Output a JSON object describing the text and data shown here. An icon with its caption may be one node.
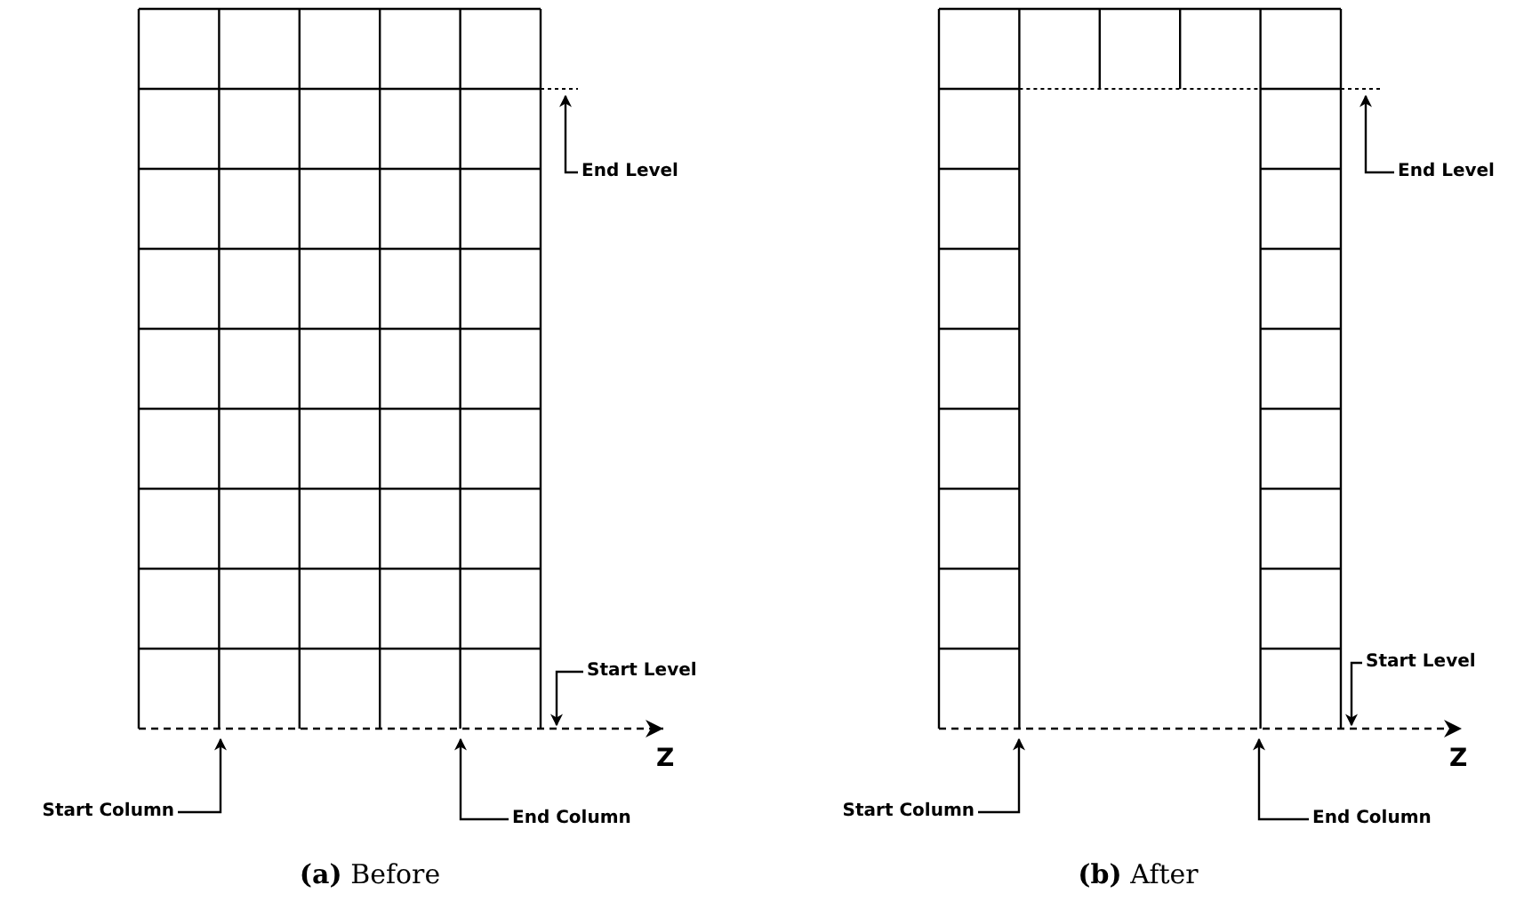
{
  "diagram": {
    "nodes": [
      {
        "text": [
          "End Level"
        ]
      },
      {
        "text": [
          "Start Level"
        ]
      },
      {
        "text": [
          "Start Column"
        ]
      },
      {
        "text": [
          "End Column"
        ]
      },
      {
        "text": [
          "End Level"
        ]
      },
      {
        "text": [
          "Start Level"
        ]
      },
      {
        "text": [
          "Start Column"
        ]
      },
      {
        "text": [
          "End Column"
        ]
      }
    ],
    "edges": [
      {
        "from": 0,
        "to": null,
        "arrow": "to"
      },
      {
        "from": 1,
        "to": null,
        "arrow": "to"
      },
      {
        "from": 2,
        "to": null,
        "arrow": "to"
      },
      {
        "from": 3,
        "to": null,
        "arrow": "to"
      },
      {
        "from": 4,
        "to": null,
        "arrow": "to"
      },
      {
        "from": 5,
        "to": null,
        "arrow": "to"
      },
      {
        "from": 6,
        "to": null,
        "arrow": "to"
      },
      {
        "from": 7,
        "to": null,
        "arrow": "to"
      }
    ],
    "labels": [
      "Z",
      "**(a)** Before",
      "Z",
      "**(b)** After"
    ]
  }
}
